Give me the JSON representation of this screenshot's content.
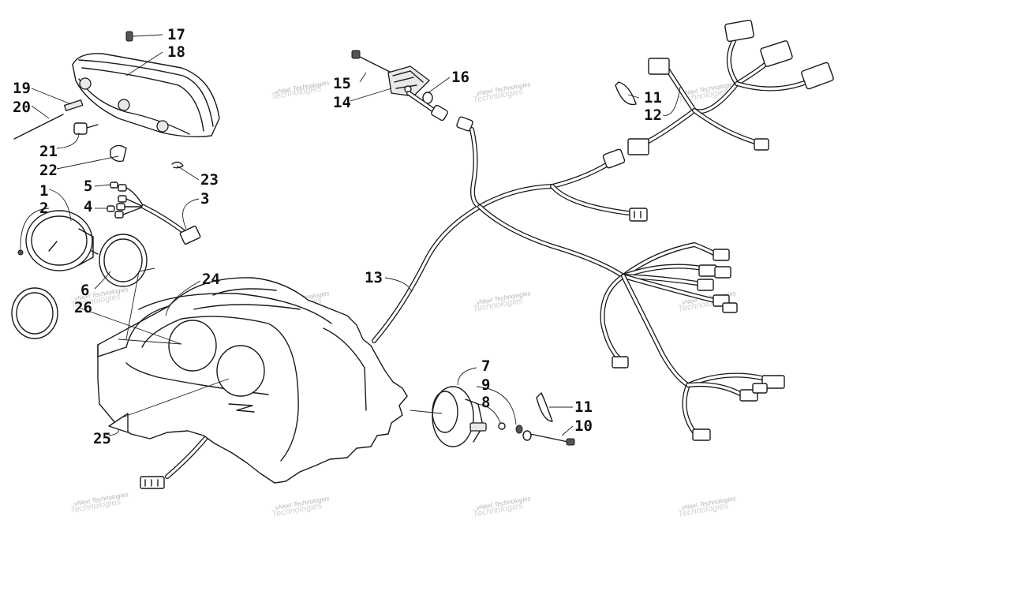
{
  "watermark": {
    "line1": "vNext Technologies",
    "line2": "Technologies"
  },
  "callouts": [
    {
      "id": "callout-1",
      "text": "1"
    },
    {
      "id": "callout-2",
      "text": "2"
    },
    {
      "id": "callout-3",
      "text": "3"
    },
    {
      "id": "callout-4",
      "text": "4"
    },
    {
      "id": "callout-5",
      "text": "5"
    },
    {
      "id": "callout-6",
      "text": "6"
    },
    {
      "id": "callout-7",
      "text": "7"
    },
    {
      "id": "callout-8",
      "text": "8"
    },
    {
      "id": "callout-9",
      "text": "9"
    },
    {
      "id": "callout-10",
      "text": "10"
    },
    {
      "id": "callout-11a",
      "text": "11"
    },
    {
      "id": "callout-11b",
      "text": "11"
    },
    {
      "id": "callout-12",
      "text": "12"
    },
    {
      "id": "callout-13",
      "text": "13"
    },
    {
      "id": "callout-14",
      "text": "14"
    },
    {
      "id": "callout-15",
      "text": "15"
    },
    {
      "id": "callout-16",
      "text": "16"
    },
    {
      "id": "callout-17",
      "text": "17"
    },
    {
      "id": "callout-18",
      "text": "18"
    },
    {
      "id": "callout-19",
      "text": "19"
    },
    {
      "id": "callout-20",
      "text": "20"
    },
    {
      "id": "callout-21",
      "text": "21"
    },
    {
      "id": "callout-22",
      "text": "22"
    },
    {
      "id": "callout-23",
      "text": "23"
    },
    {
      "id": "callout-24",
      "text": "24"
    },
    {
      "id": "callout-25",
      "text": "25"
    },
    {
      "id": "callout-26",
      "text": "26"
    }
  ]
}
